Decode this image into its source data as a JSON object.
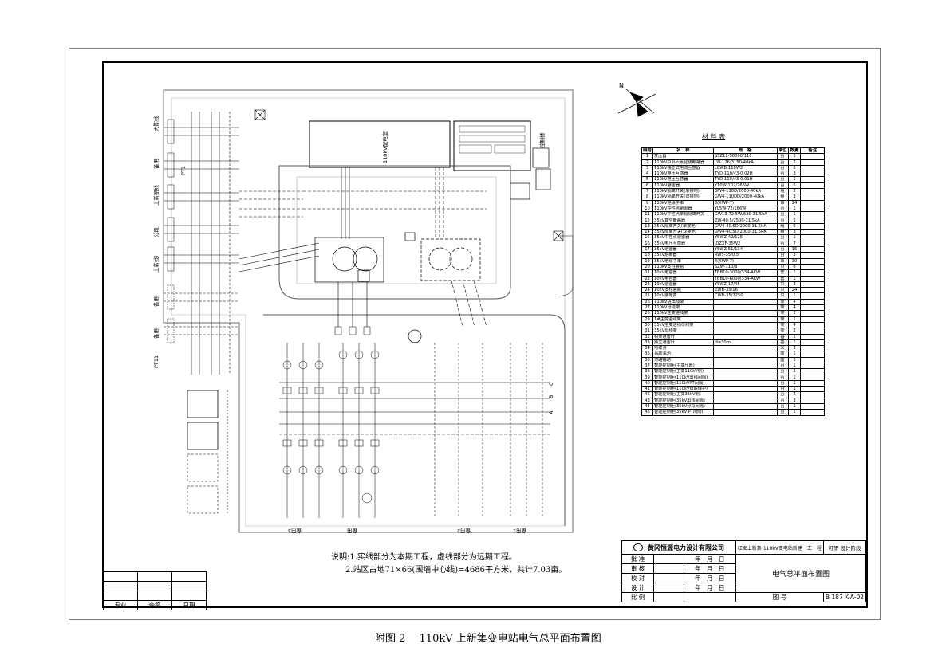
{
  "bay_labels_left": [
    "大陈线",
    "备用",
    "上新丽线",
    "分段",
    "上新线Ⅰ",
    "备用",
    "备用"
  ],
  "pt_labels": [
    "PT1",
    "PT11"
  ],
  "bay_labels_bottom": [
    "备用3",
    "备用",
    "备用2",
    "备用1"
  ],
  "building_labels": [
    "110kV配电室",
    "控制楼"
  ],
  "bus_labels": [
    "B",
    "C",
    "A"
  ],
  "north_label": "N",
  "material_table": {
    "title": "材 料 表",
    "headers": [
      "编号",
      "名　称",
      "规　格",
      "单位",
      "数量",
      "备注"
    ],
    "rows": [
      [
        "1",
        "变压器",
        "SSZ11-50000/110",
        "台",
        "1",
        ""
      ],
      [
        "2",
        "110kV户外六氟化硫断路器",
        "LW-126/3150-40kA",
        "台",
        "2",
        ""
      ],
      [
        "3",
        "110kV独立式电流互感器",
        "LCWB-110W2",
        "台",
        "6",
        ""
      ],
      [
        "4",
        "110kV电压互感器",
        "TYD-110/√3-0.02H",
        "台",
        "3",
        ""
      ],
      [
        "5",
        "110kV电压互感器",
        "TYD-110/√3-0.01H",
        "台",
        "1",
        ""
      ],
      [
        "6",
        "110kV避雷器",
        "Y10W-102/266W",
        "台",
        "6",
        ""
      ],
      [
        "7",
        "110kV隔离开关(单接地)",
        "GW4-110D/2000-40kA",
        "组",
        "2",
        ""
      ],
      [
        "8",
        "110kV隔离开关(双接地)",
        "GW4-110DD/2000-40kA",
        "组",
        "3",
        ""
      ],
      [
        "9",
        "110kV绝缘子串",
        "8(XWP-7)",
        "串",
        "24",
        ""
      ],
      [
        "10",
        "110kV中性点避雷器",
        "YL5W-72/186W",
        "台",
        "1",
        ""
      ],
      [
        "11",
        "110kV中性点单极隔离开关",
        "GW13-72.5W/630-31.5kA",
        "台",
        "1",
        ""
      ],
      [
        "12",
        "35kV真空断路器",
        "ZW-40.5/2500-31.5kA",
        "台",
        "5",
        ""
      ],
      [
        "13",
        "35kV隔离开关(单接地)",
        "GW4-40.5D/2000-31.5kA",
        "组",
        "6",
        ""
      ],
      [
        "14",
        "35kV隔离开关(双接地)",
        "GW4-40.5D/2000-31.5kA",
        "组",
        "3",
        ""
      ],
      [
        "15",
        "35kV中性点避雷器",
        "Y5WZ-42/125",
        "台",
        "1",
        ""
      ],
      [
        "16",
        "35kV电压互感器",
        "JDZXF-35W2",
        "台",
        "7",
        ""
      ],
      [
        "17",
        "35kV避雷器",
        "Y5WZ-51/134",
        "台",
        "15",
        ""
      ],
      [
        "18",
        "35kV熔断器",
        "RW5-35/0.5",
        "台",
        "3",
        ""
      ],
      [
        "19",
        "35kV绝缘子串",
        "4(XWP-7)",
        "串",
        "30",
        ""
      ],
      [
        "20",
        "110kV支柱瓷瓶",
        "SZW-110/8",
        "只",
        "6",
        ""
      ],
      [
        "21",
        "10kV电容器",
        "TBB10-3000/334-AKW",
        "套",
        "1",
        ""
      ],
      [
        "22",
        "10kV电容器",
        "TBB10-6000/334-AKW",
        "套",
        "1",
        ""
      ],
      [
        "23",
        "10kV避雷器",
        "Y5WZ-17/45",
        "只",
        "3",
        ""
      ],
      [
        "24",
        "10kV支柱瓷瓶",
        "ZWB-35/16",
        "只",
        "24",
        ""
      ],
      [
        "25",
        "10kV接地变",
        "CWB-35/2250",
        "只",
        "1",
        ""
      ],
      [
        "26",
        "110kV进出线架",
        "",
        "架",
        "4",
        ""
      ],
      [
        "27",
        "110kV母线架",
        "",
        "架",
        "4",
        ""
      ],
      [
        "28",
        "110kV主变进线架",
        "",
        "架",
        "2",
        ""
      ],
      [
        "29",
        "1#主变进线架",
        "",
        "架",
        "1",
        ""
      ],
      [
        "30",
        "35kV主变进线母线架",
        "",
        "架",
        "4",
        ""
      ],
      [
        "31",
        "35kV母线架",
        "",
        "架",
        "2",
        ""
      ],
      [
        "32",
        "构架避雷针",
        "",
        "基",
        "2",
        ""
      ],
      [
        "33",
        "独立避雷针",
        "H=30m",
        "基",
        "1",
        ""
      ],
      [
        "34",
        "电缆沟",
        "",
        "米",
        "3",
        ""
      ],
      [
        "35",
        "事故油池",
        "",
        "座",
        "1",
        ""
      ],
      [
        "36",
        "道路铺砌",
        "",
        "座",
        "1",
        ""
      ],
      [
        "37",
        "智能控制柜(主变压器)",
        "",
        "台",
        "1",
        ""
      ],
      [
        "38",
        "智能控制柜(主变110kV侧)",
        "",
        "台",
        "2",
        ""
      ],
      [
        "39",
        "智能控制柜(110kV出线间隔)",
        "",
        "台",
        "1",
        ""
      ],
      [
        "40",
        "智能控制柜(110kVPT间隔)",
        "",
        "台",
        "1",
        ""
      ],
      [
        "41",
        "智能控制柜(110kV母联保护)",
        "",
        "台",
        "1",
        ""
      ],
      [
        "42",
        "智能控制柜(主变35kV侧)",
        "",
        "台",
        "2",
        ""
      ],
      [
        "43",
        "智能控制柜(35kV出线间隔)",
        "",
        "台",
        "3",
        ""
      ],
      [
        "44",
        "智能控制柜(35kV分段间隔)",
        "",
        "台",
        "1",
        ""
      ],
      [
        "45",
        "智能控制柜(35kV PT间隔)",
        "",
        "台",
        "2",
        ""
      ]
    ]
  },
  "notes": {
    "line1": "说明:1.实线部分为本期工程，虚线部分为远期工程。",
    "line2": "2.站区占地71×66(围墙中心线)=4686平方米，共计7.03亩。"
  },
  "title_block": {
    "company": "黄冈恒源电力设计有限公司",
    "project": "红安上新集 110kV变电站新建　工　程",
    "stage": "可研 设计阶段",
    "drawing_title": "电气总平面布置图",
    "roles": [
      "批 准",
      "审 核",
      "校 对",
      "设 计",
      "比 例"
    ],
    "date_label": "年　月　日",
    "drawing_no_label": "图 号",
    "drawing_no": "B 187 K-A-02"
  },
  "revision_block": {
    "headers": [
      "专业",
      "会签",
      "日期"
    ]
  },
  "caption": "附图 2　 110kV 上新集变电站电气总平面布置图"
}
